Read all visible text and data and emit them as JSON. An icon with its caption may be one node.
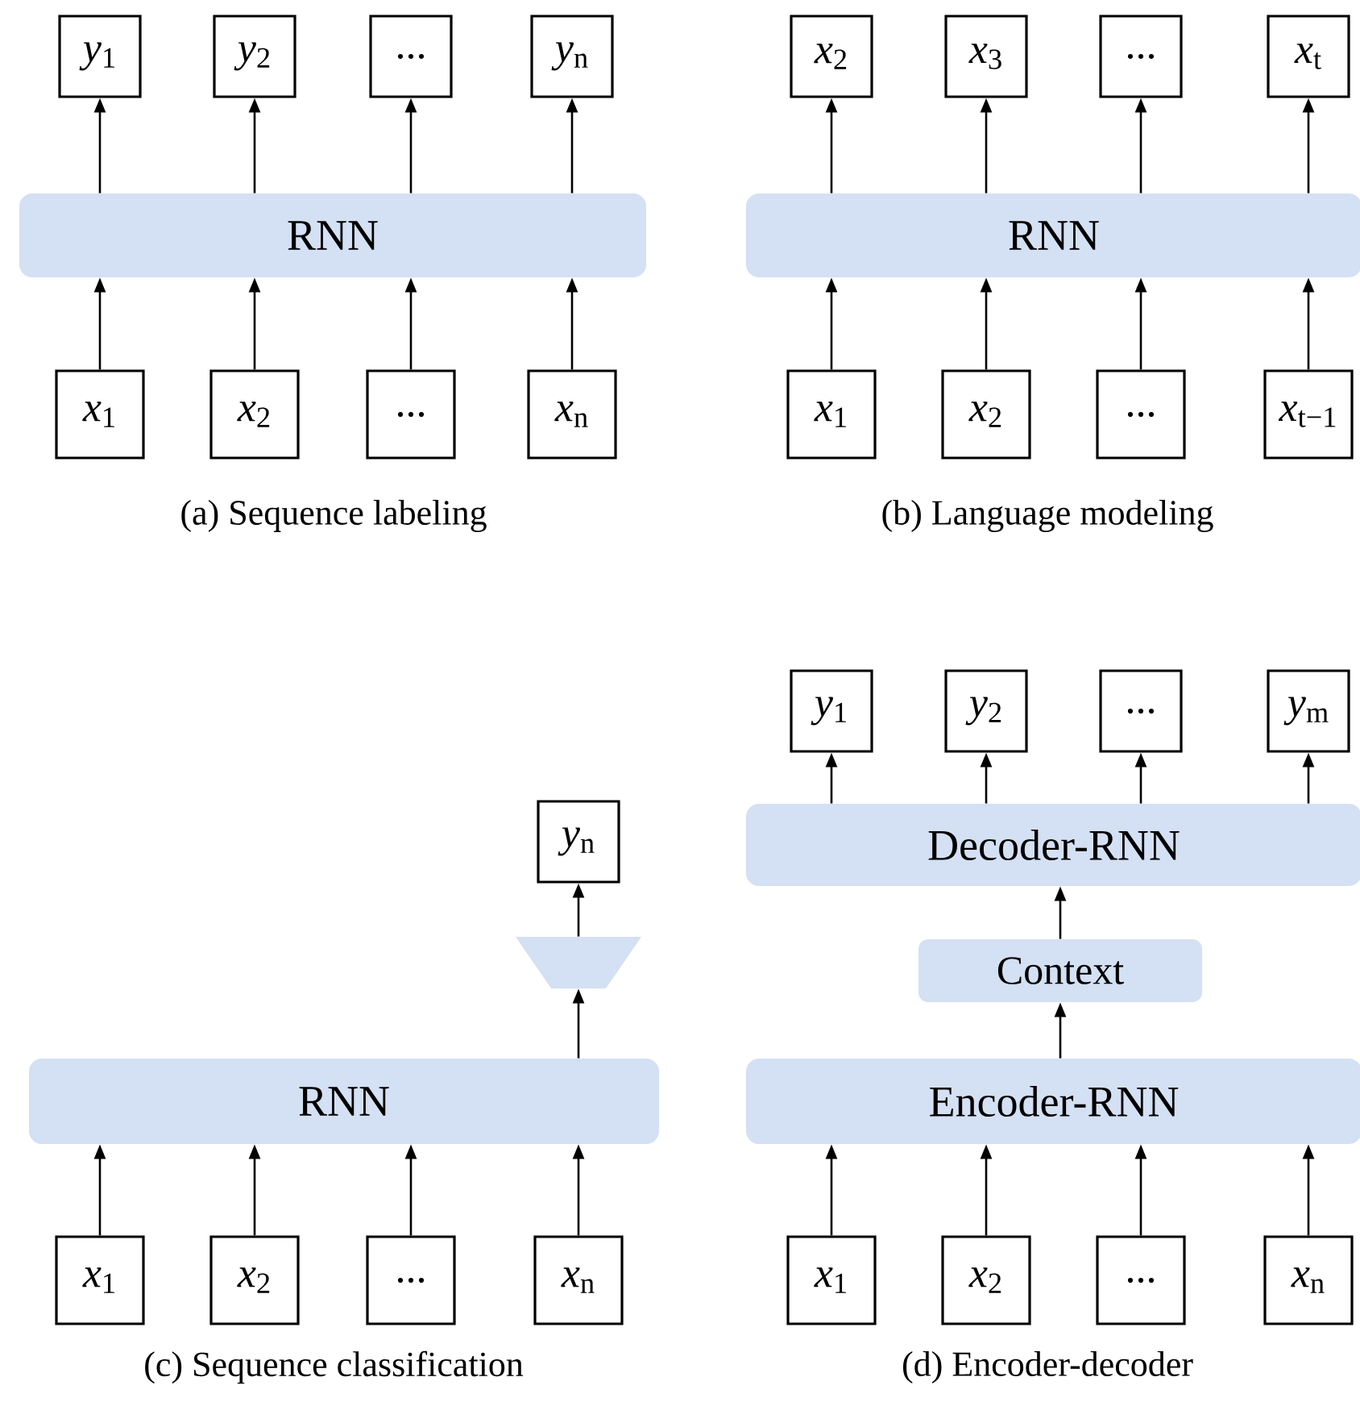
{
  "diagram": {
    "nodes": [
      {
        "text": [
          "*y*$_{1}$"
        ]
      },
      {
        "text": [
          "*y*$_{2}$"
        ]
      },
      {
        "text": [
          "..."
        ]
      },
      {
        "text": [
          "*y*$_{n}$"
        ]
      },
      {
        "text": [
          "RNN"
        ]
      },
      {
        "text": [
          "*x*$_{1}$"
        ]
      },
      {
        "text": [
          "*x*$_{2}$"
        ]
      },
      {
        "text": [
          "..."
        ]
      },
      {
        "text": [
          "*x*$_{n}$"
        ]
      },
      {
        "text": [
          "*x*$_{2}$"
        ]
      },
      {
        "text": [
          "*x*$_{3}$"
        ]
      },
      {
        "text": [
          "..."
        ]
      },
      {
        "text": [
          "*x*$_{t}$"
        ]
      },
      {
        "text": [
          "RNN"
        ]
      },
      {
        "text": [
          "*x*$_{1}$"
        ]
      },
      {
        "text": [
          "*x*$_{2}$"
        ]
      },
      {
        "text": [
          "..."
        ]
      },
      {
        "text": [
          "*x*$_{t−1}$"
        ]
      },
      {
        "text": [
          "*y*$_{n}$"
        ]
      },
      {
        "text": [],
        "shape": "trapezoid"
      },
      {
        "text": [
          "RNN"
        ]
      },
      {
        "text": [
          "*x*$_{1}$"
        ]
      },
      {
        "text": [
          "*x*$_{2}$"
        ]
      },
      {
        "text": [
          "..."
        ]
      },
      {
        "text": [
          "*x*$_{n}$"
        ]
      },
      {
        "text": [
          "*y*$_{1}$"
        ]
      },
      {
        "text": [
          "*y*$_{2}$"
        ]
      },
      {
        "text": [
          "..."
        ]
      },
      {
        "text": [
          "*y*$_{m}$"
        ]
      },
      {
        "text": [
          "Decoder-RNN"
        ]
      },
      {
        "text": [
          "Context"
        ]
      },
      {
        "text": [
          "Encoder-RNN"
        ]
      },
      {
        "text": [
          "*x*$_{1}$"
        ]
      },
      {
        "text": [
          "*x*$_{2}$"
        ]
      },
      {
        "text": [
          "..."
        ]
      },
      {
        "text": [
          "*x*$_{n}$"
        ]
      }
    ],
    "edges": [
      {
        "from": 5,
        "to": 4,
        "arrow": "to"
      },
      {
        "from": 6,
        "to": 4,
        "arrow": "to"
      },
      {
        "from": 7,
        "to": 4,
        "arrow": "to"
      },
      {
        "from": 8,
        "to": 4,
        "arrow": "to"
      },
      {
        "from": 4,
        "to": 0,
        "arrow": "to"
      },
      {
        "from": 4,
        "to": 1,
        "arrow": "to"
      },
      {
        "from": 4,
        "to": 2,
        "arrow": "to"
      },
      {
        "from": 4,
        "to": 3,
        "arrow": "to"
      },
      {
        "from": 14,
        "to": 13,
        "arrow": "to"
      },
      {
        "from": 15,
        "to": 13,
        "arrow": "to"
      },
      {
        "from": 16,
        "to": 13,
        "arrow": "to"
      },
      {
        "from": 17,
        "to": 13,
        "arrow": "to"
      },
      {
        "from": 13,
        "to": 9,
        "arrow": "to"
      },
      {
        "from": 13,
        "to": 10,
        "arrow": "to"
      },
      {
        "from": 13,
        "to": 11,
        "arrow": "to"
      },
      {
        "from": 13,
        "to": 12,
        "arrow": "to"
      },
      {
        "from": 21,
        "to": 20,
        "arrow": "to"
      },
      {
        "from": 22,
        "to": 20,
        "arrow": "to"
      },
      {
        "from": 23,
        "to": 20,
        "arrow": "to"
      },
      {
        "from": 24,
        "to": 20,
        "arrow": "to"
      },
      {
        "from": 20,
        "to": 19,
        "arrow": "to"
      },
      {
        "from": 19,
        "to": 18,
        "arrow": "to"
      },
      {
        "from": 32,
        "to": 31,
        "arrow": "to"
      },
      {
        "from": 33,
        "to": 31,
        "arrow": "to"
      },
      {
        "from": 34,
        "to": 31,
        "arrow": "to"
      },
      {
        "from": 35,
        "to": 31,
        "arrow": "to"
      },
      {
        "from": 31,
        "to": 30,
        "arrow": "to"
      },
      {
        "from": 30,
        "to": 29,
        "arrow": "to"
      },
      {
        "from": 29,
        "to": 25,
        "arrow": "to"
      },
      {
        "from": 29,
        "to": 26,
        "arrow": "to"
      },
      {
        "from": 29,
        "to": 27,
        "arrow": "to"
      },
      {
        "from": 29,
        "to": 28,
        "arrow": "to"
      }
    ],
    "labels": [
      "(a) Sequence labeling",
      "(b) Language modeling",
      "(c) Sequence classification",
      "(d) Encoder-decoder"
    ]
  }
}
